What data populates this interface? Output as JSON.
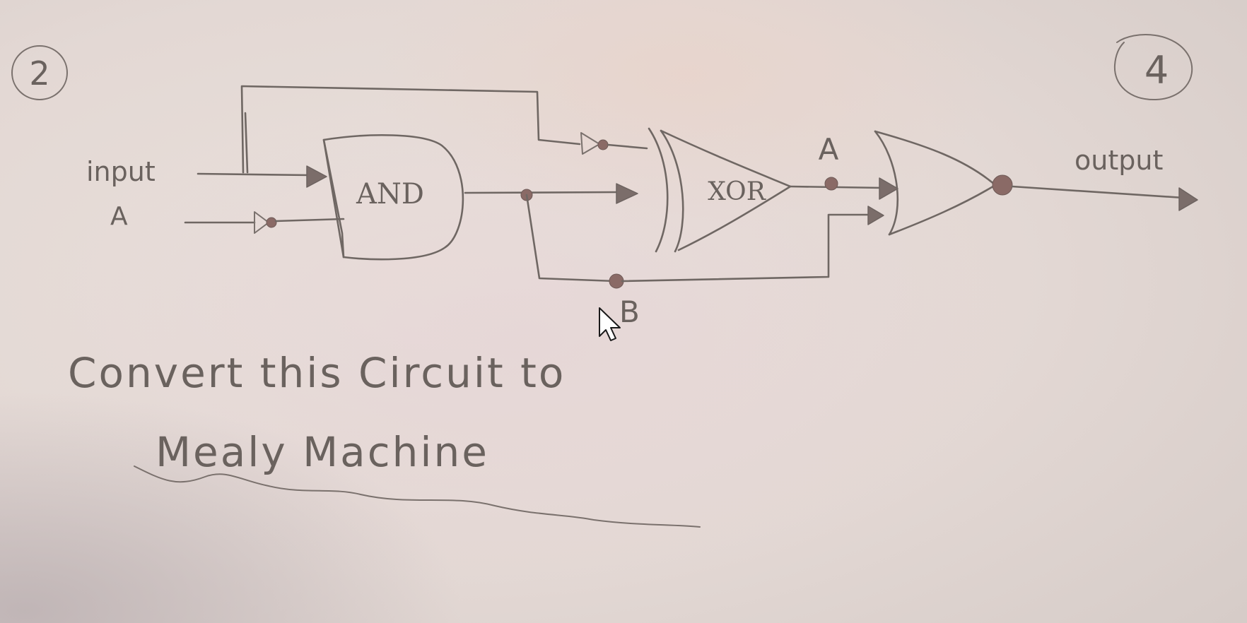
{
  "page_number_left": "2",
  "page_number_right": "4",
  "labels": {
    "input": "input",
    "input_a": "A",
    "and_gate": "AND",
    "xor_gate": "XOR",
    "xor_output": "A",
    "feedback": "B",
    "output": "output"
  },
  "instruction": {
    "line1": "Convert this Circuit to",
    "line2": "Mealy Machine"
  },
  "colors": {
    "paper": "#e6ddd8",
    "ink": "#6f6763",
    "dot": "#8a6a66"
  },
  "icons": {
    "cursor": "mouse-pointer-icon"
  }
}
